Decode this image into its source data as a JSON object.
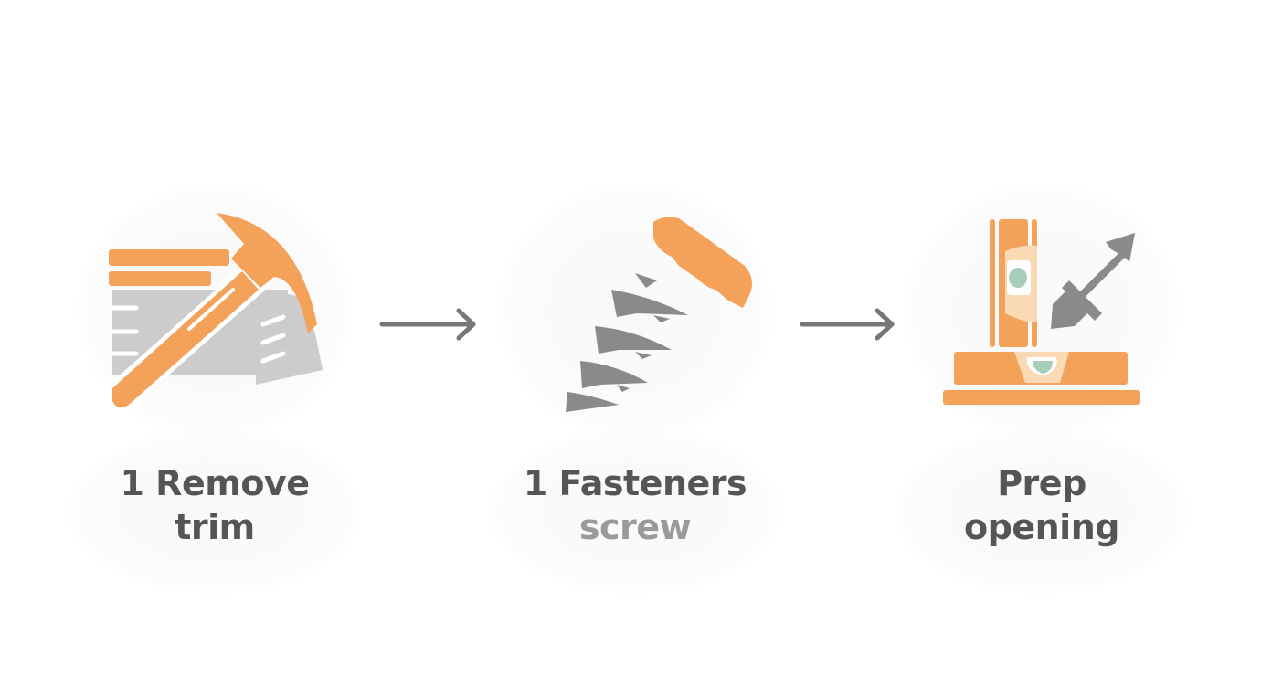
{
  "diagram": {
    "type": "process-flow",
    "colors": {
      "accent_orange": "#f4a259",
      "light_orange": "#fad9b5",
      "gray_icon": "#8a8a8a",
      "light_gray_icon": "#cccccc",
      "bubble_green": "#a8cdb8",
      "text_dark": "#555558",
      "text_light": "#9a9a9c",
      "arrow": "#77777a"
    },
    "steps": [
      {
        "icon": "hammer-trim-icon",
        "label_line1": "1 Remove",
        "label_line2": "trim",
        "line2_style": "dark"
      },
      {
        "icon": "screw-icon",
        "label_line1": "1 Fasteners",
        "label_line2": "screw",
        "line2_style": "light"
      },
      {
        "icon": "level-screwdriver-icon",
        "label_line1": "Prep",
        "label_line2": "opening",
        "line2_style": "dark"
      }
    ],
    "connectors": [
      {
        "from": 0,
        "to": 1,
        "icon": "arrow-right-icon"
      },
      {
        "from": 1,
        "to": 2,
        "icon": "arrow-right-icon"
      }
    ]
  }
}
